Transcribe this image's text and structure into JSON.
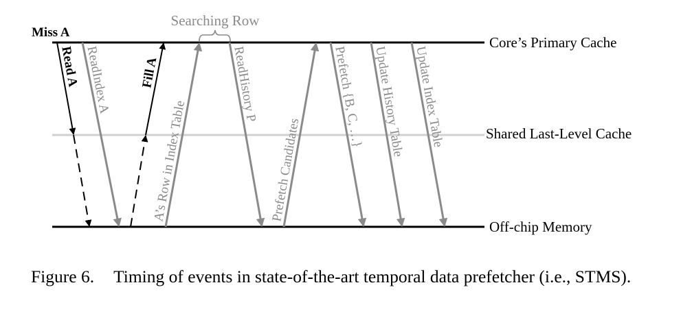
{
  "levels": {
    "core_cache": "Core’s Primary Cache",
    "llc": "Shared Last-Level Cache",
    "memory": "Off-chip Memory"
  },
  "miss_label": "Miss A",
  "searching_row": "Searching Row",
  "events": {
    "read_a": "Read A",
    "read_index": "ReadIndex A",
    "fill_a": "Fill A",
    "row_in_index": "A’s Row in Index Table",
    "read_history": "ReadHistory P",
    "prefetch_candidates": "Prefetch Candidates",
    "prefetch_bc": "Prefetch {B, C, …}",
    "update_history": "Update History Table",
    "update_index": "Update Index Table"
  },
  "caption": {
    "number": "Figure 6.",
    "text": "Timing of events in state-of-the-art temporal data prefetcher (i.e., STMS)."
  },
  "colors": {
    "primary": "#000000",
    "secondary": "#8a8a8a",
    "llc_line": "#d0d0d0"
  }
}
